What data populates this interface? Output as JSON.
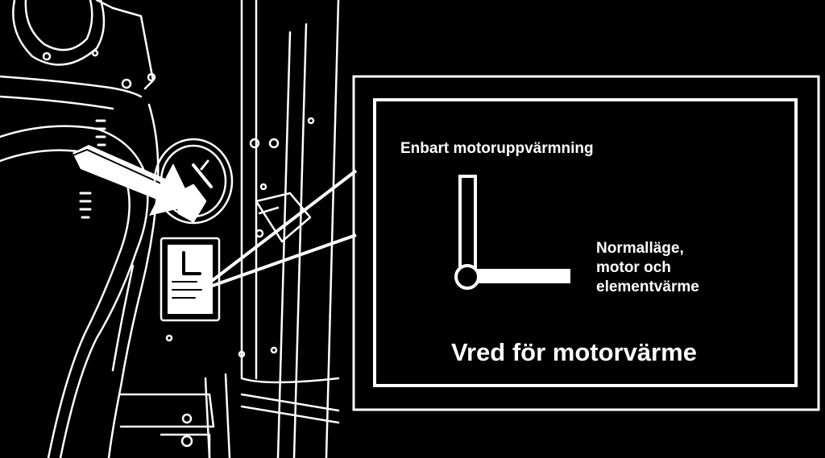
{
  "diagram": {
    "position_label_top": "Enbart motoruppvärmning",
    "position_label_right": "Normalläge,\nmotor och\nelementvärme",
    "caption": "Vred för motorvärme"
  },
  "colors": {
    "background": "#000000",
    "ink": "#ffffff"
  }
}
